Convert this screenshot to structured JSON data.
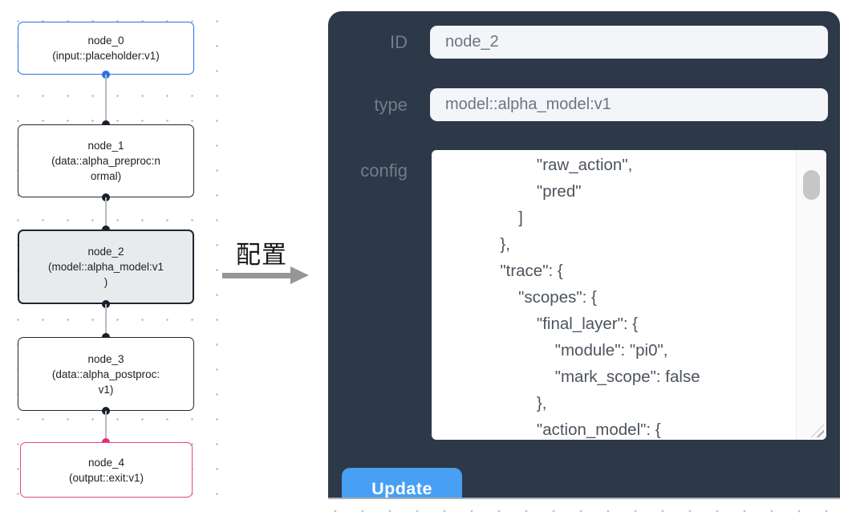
{
  "flow": {
    "nodes": [
      {
        "id": "node_0",
        "label": "node_0\n(input::placeholder:v1)",
        "kind": "input",
        "border_color": "#2f6fe4"
      },
      {
        "id": "node_1",
        "label": "node_1\n(data::alpha_preproc:n\normal)",
        "kind": "data",
        "border_color": "#23272e"
      },
      {
        "id": "node_2",
        "label": "node_2\n(model::alpha_model:v1\n)",
        "kind": "model",
        "border_color": "#1f2530",
        "selected": true
      },
      {
        "id": "node_3",
        "label": "node_3\n(data::alpha_postproc:\nv1)",
        "kind": "data",
        "border_color": "#23272e"
      },
      {
        "id": "node_4",
        "label": "node_4\n(output::exit:v1)",
        "kind": "output",
        "border_color": "#e84485"
      }
    ]
  },
  "transition": {
    "label": "配置"
  },
  "panel": {
    "id_label": "ID",
    "id_value": "node_2",
    "type_label": "type",
    "type_value": "model::alpha_model:v1",
    "config_label": "config",
    "config_text": "                    \"raw_action\",\n                    \"pred\"\n                ]\n            },\n            \"trace\": {\n                \"scopes\": {\n                    \"final_layer\": {\n                        \"module\": \"pi0\",\n                        \"mark_scope\": false\n                    },\n                    \"action_model\": {",
    "update_label": "Update"
  },
  "colors": {
    "panel_bg": "#2d3848",
    "panel_label": "#747c8a",
    "input_bg": "#f3f5f9",
    "button_blue": "#47a0f4",
    "node_input_blue": "#2f6fe4",
    "node_output_pink": "#e84485",
    "node_selected_bg": "#e9eaeb",
    "handle_dark": "#17202e",
    "handle_pink": "#f0267c",
    "edge_gray": "#b8bbc0"
  }
}
